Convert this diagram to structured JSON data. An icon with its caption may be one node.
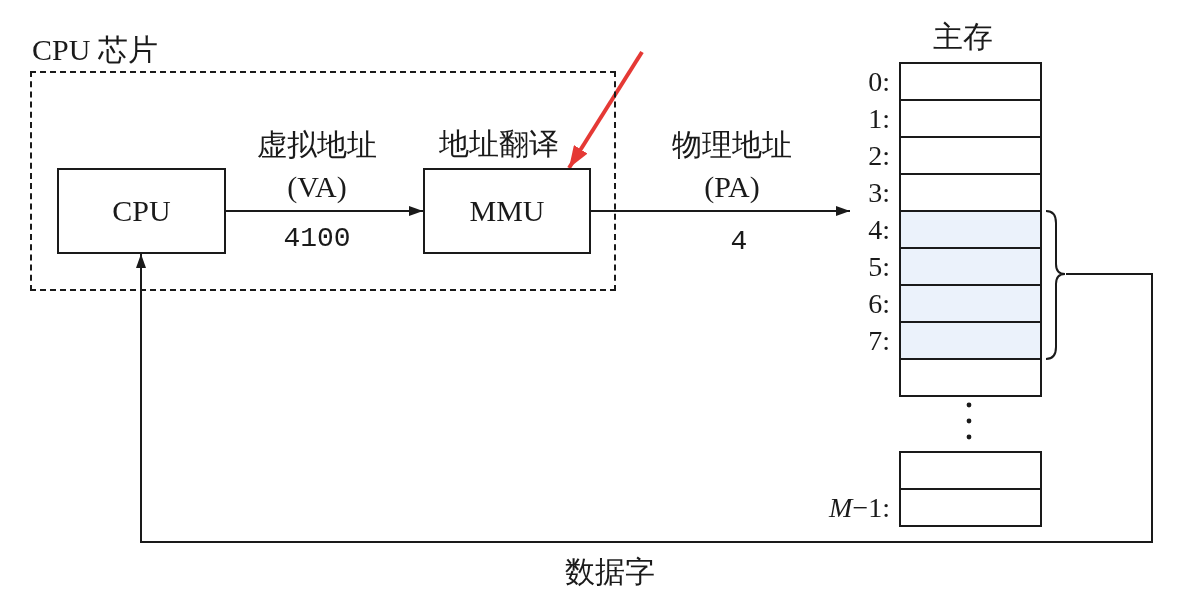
{
  "diagram": {
    "nodes": [
      {
        "text": [
          "CPU 芯片"
        ]
      },
      {
        "text": [
          "CPU"
        ],
        "in": 0
      },
      {
        "text": [
          "地址翻译",
          "MMU"
        ],
        "in": 0
      },
      {
        "text": [],
        "shape": "box",
        "beside": [
          "0:"
        ]
      },
      {
        "text": [],
        "shape": "box",
        "beside": [
          "1:"
        ]
      },
      {
        "text": [],
        "shape": "box",
        "beside": [
          "2:"
        ]
      },
      {
        "text": [],
        "shape": "box",
        "beside": [
          "3:"
        ]
      },
      {
        "text": [],
        "shape": "box",
        "beside": [
          "4:"
        ]
      },
      {
        "text": [],
        "shape": "box",
        "beside": [
          "5:"
        ]
      },
      {
        "text": [],
        "shape": "box",
        "beside": [
          "6:"
        ]
      },
      {
        "text": [],
        "shape": "box",
        "beside": [
          "7:"
        ]
      },
      {
        "text": [],
        "shape": "box"
      },
      {
        "text": [],
        "shape": "box"
      },
      {
        "text": [],
        "shape": "box",
        "beside": [
          "*M*−1:"
        ]
      },
      {
        "text": [],
        "shape": "brace"
      }
    ],
    "edges": [
      {
        "from": 1,
        "to": 2,
        "arrow": "to",
        "label": "虚拟地址 (VA)"
      },
      {
        "from": 2,
        "to": 7,
        "arrow": "to",
        "label": "物理地址 (PA)"
      },
      {
        "from": 14,
        "to": 1,
        "arrow": "to",
        "label": "数据字"
      },
      {
        "from": null,
        "to": 2,
        "arrow": "to",
        "style": "thick",
        "color": "#e53935"
      }
    ],
    "labels": [
      "主存",
      "4100",
      "4"
    ]
  }
}
